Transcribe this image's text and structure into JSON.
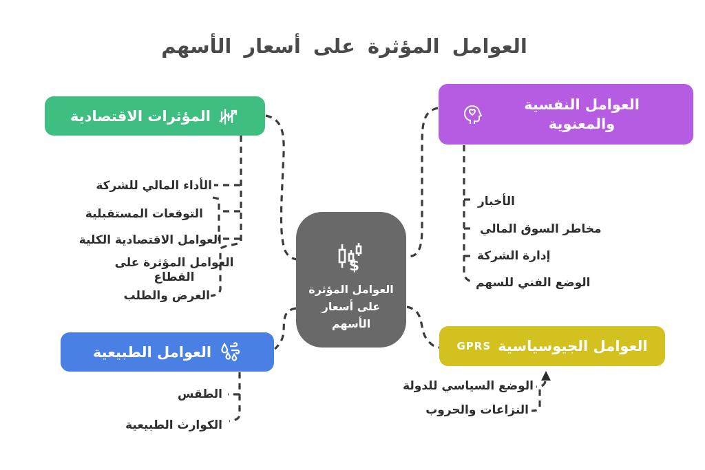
{
  "title": "العوامل المؤثرة على أسعار الأسهم",
  "center": {
    "label": "العوامل المؤثرة على أسعار الأسهم",
    "icon": "candlestick-dollar-icon",
    "color": "#696969"
  },
  "line_color": "#3b3b3b",
  "branches": {
    "economic": {
      "label": "المؤثرات الاقتصادية",
      "icon": "trending-chart-icon",
      "color": "#3ebf81",
      "items": [
        "الأداء المالي للشركة",
        "التوقعات المستقبلية",
        "العوامل الاقتصادية الكلية",
        "العوامل المؤثرة على القطاع",
        "العرض والطلب"
      ]
    },
    "psychological": {
      "label": "العوامل النفسية والمعنوية",
      "icon": "head-heart-icon",
      "color": "#b65ce3",
      "items": [
        "الأخبار",
        "مخاطر السوق المالي",
        "إدارة الشركة",
        "الوضع الفني للسهم"
      ]
    },
    "natural": {
      "label": "العوامل الطبيعية",
      "icon": "rain-drops-icon",
      "color": "#4a7fe3",
      "items": [
        "الطقس",
        "الكوارث الطبيعية"
      ]
    },
    "geopolitical": {
      "label": "العوامل الجيوسياسية",
      "icon_text": "GPRS",
      "color": "#d2c11e",
      "items": [
        "الوضع السياسي للدولة",
        "النزاعات والحروب"
      ]
    }
  }
}
